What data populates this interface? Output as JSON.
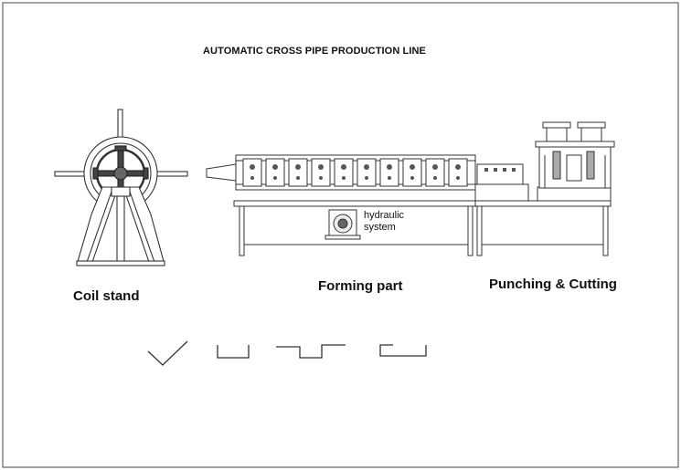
{
  "title": "AUTOMATIC CROSS PIPE PRODUCTION LINE",
  "labels": {
    "coil_stand": "Coil stand",
    "forming_part": "Forming part",
    "punching_cutting": "Punching & Cutting",
    "hydraulic_line1": "hydraulic",
    "hydraulic_line2": "system"
  },
  "profiles": [
    "angle-profile",
    "u-channel-profile",
    "hat-profile",
    "c-channel-profile"
  ],
  "colors": {
    "line": "#333333",
    "fill_light": "#dcdcdc",
    "fill_dark": "#555555"
  }
}
